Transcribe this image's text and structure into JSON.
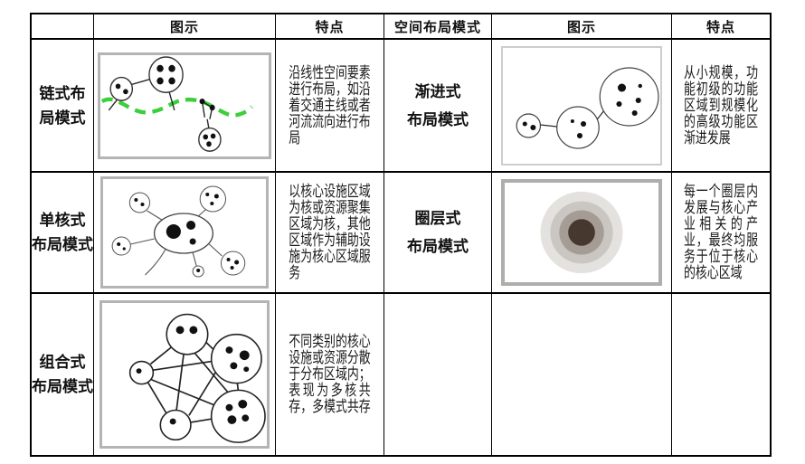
{
  "table": {
    "headers": [
      "",
      "图示",
      "特点",
      "空间布局模式",
      "图示",
      "特点"
    ],
    "rows": [
      {
        "label_line1": "链式布",
        "label_line2": "局模式",
        "features_left": "沿线性空间要素进行布局，如沿着交通主线或者河流流向进行布局",
        "pattern_line1": "渐进式",
        "pattern_line2": "布局模式",
        "features_right": "从小规模，功能初级的功能区域到规模化的高级功能区渐进发展"
      },
      {
        "label_line1": "单核式",
        "label_line2": "布局模式",
        "features_left": "以核心设施区域为核或资源聚集区域为核，其他区域作为辅助设施为核心区域服务",
        "pattern_line1": "圈层式",
        "pattern_line2": "布局模式",
        "features_right": "每一个圈层内发展与核心产业相关的产业，最终均服务于位于核心的核心区域"
      },
      {
        "label_line1": "组合式",
        "label_line2": "布局模式",
        "features_left": "不同类别的核心设施或资源分散于分布区域内；表现为多核共存，多模式共存",
        "pattern_line1": "",
        "pattern_line2": "",
        "features_right": ""
      }
    ],
    "illustrations": {
      "row1_left": "chain-network-diagram",
      "row1_right": "progressive-growth-diagram",
      "row2_left": "single-core-radial-diagram",
      "row2_right": "concentric-rings-diagram",
      "row3_left": "combined-network-diagram"
    },
    "colors": {
      "route_green": "#3ccf3c",
      "frame_gray": "#b4b4b4",
      "ring_outer": "#e4e2df",
      "ring_mid": "#cac6c2",
      "ring_inner": "#a49c95",
      "ring_core": "#46382e"
    }
  }
}
